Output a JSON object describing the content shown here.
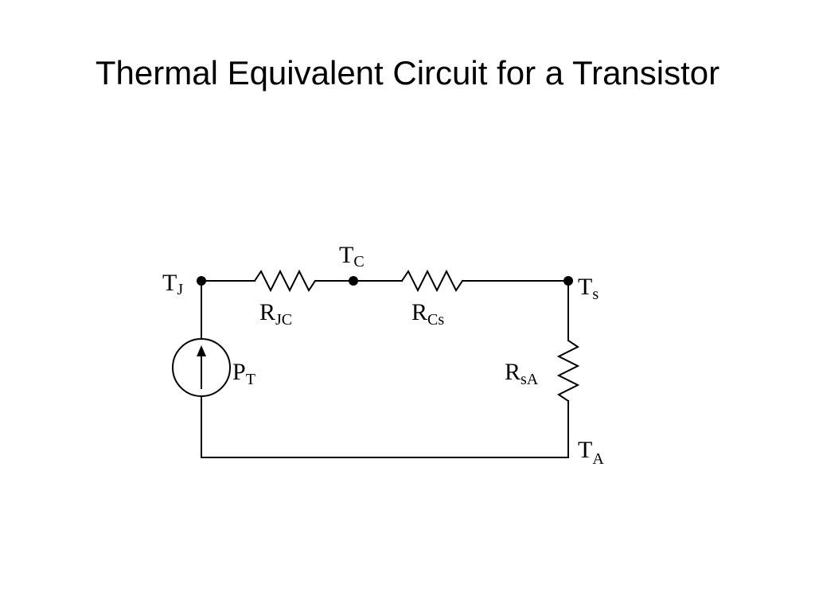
{
  "slide": {
    "title": "Thermal Equivalent Circuit for a Transistor"
  },
  "circuit": {
    "nodes": [
      {
        "id": "tj",
        "main": "T",
        "sub": "J"
      },
      {
        "id": "tc",
        "main": "T",
        "sub": "C"
      },
      {
        "id": "ts",
        "main": "T",
        "sub": "s"
      },
      {
        "id": "ta",
        "main": "T",
        "sub": "A"
      }
    ],
    "resistors": [
      {
        "id": "rjc",
        "main": "R",
        "sub": "JC"
      },
      {
        "id": "rcs",
        "main": "R",
        "sub": "Cs"
      },
      {
        "id": "rsa",
        "main": "R",
        "sub": "sA"
      }
    ],
    "source": {
      "main": "P",
      "sub": "T"
    }
  }
}
